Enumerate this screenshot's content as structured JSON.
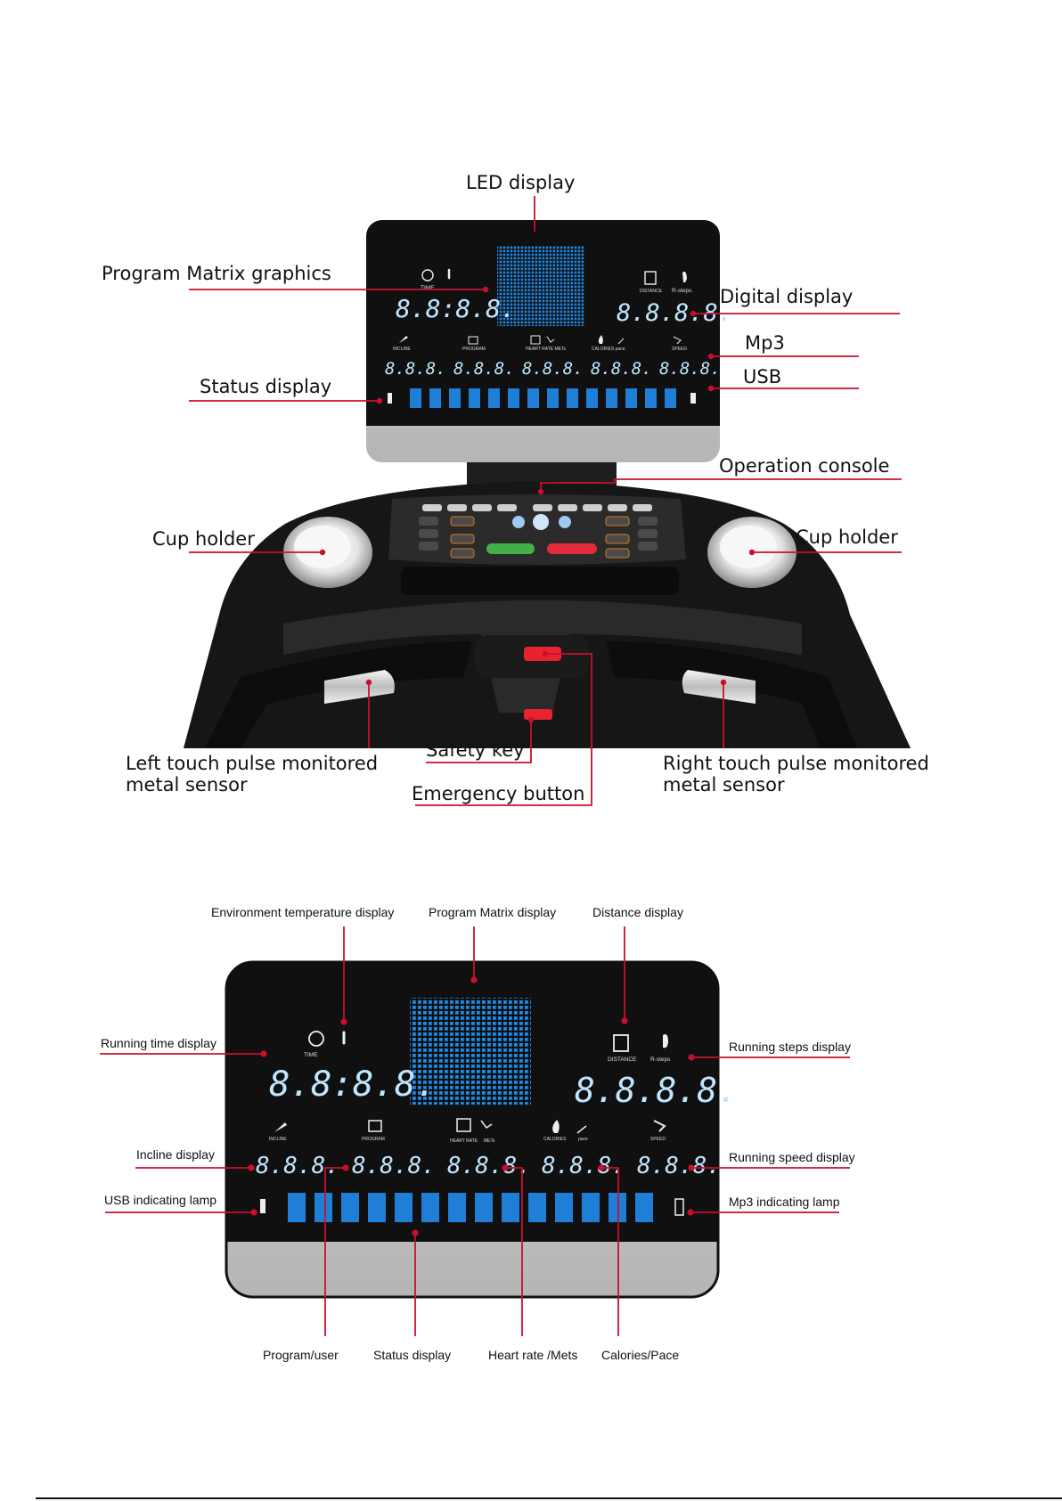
{
  "diagram1": {
    "labels": {
      "led_display": "LED display",
      "program_matrix_graphics": "Program Matrix graphics",
      "digital_display": "Digital display",
      "mp3": "Mp3",
      "usb": "USB",
      "status_display": "Status display",
      "operation_console": "Operation console",
      "cup_holder_left": "Cup holder",
      "cup_holder_right": "Cup holder",
      "left_sensor_line1": "Left touch pulse monitored",
      "left_sensor_line2": "metal sensor",
      "safety_key": "Safety key",
      "emergency_button": "Emergency button",
      "right_sensor_line1": "Right touch pulse monitored",
      "right_sensor_line2": "metal sensor"
    },
    "screen": {
      "time_label": "TIME",
      "time_value": "8.8:8.8.",
      "distance_label": "DISTANCE",
      "steps_label": "R-steps",
      "distance_value": "8.8.8.8.",
      "small_values": [
        "8.8.8.",
        "8.8.8.",
        "8.8.8.",
        "8.8.8.",
        "8.8.8."
      ],
      "icon_labels": [
        "INCLINE",
        "PROGRAM",
        "HEART RATE   METs",
        "CALORIES  pace",
        "SPEED"
      ]
    }
  },
  "diagram2": {
    "labels": {
      "env_temp": "Environment temperature display",
      "program_matrix": "Program Matrix display",
      "distance": "Distance display",
      "running_time": "Running time display",
      "running_steps": "Running steps display",
      "incline": "Incline display",
      "running_speed": "Running speed display",
      "usb_lamp": "USB indicating lamp",
      "mp3_lamp": "Mp3 indicating lamp",
      "program_user": "Program/user",
      "status_display": "Status display",
      "heart_rate": "Heart rate /Mets",
      "calories_pace": "Calories/Pace"
    },
    "screen": {
      "time_label": "TIME",
      "time_value": "8.8:8.8.",
      "distance_label": "DISTANCE",
      "steps_label": "R-steps",
      "distance_value": "8.8.8.8.",
      "small_values": [
        "8.8.8.",
        "8.8.8.",
        "8.8.8.",
        "8.8.8.",
        "8.8.8."
      ],
      "icon_labels": [
        "INCLINE",
        "PROGRAM",
        "HEART RATE",
        "METs",
        "CALORIES",
        "pace",
        "SPEED"
      ]
    }
  },
  "colors": {
    "leader": "#c8102e",
    "screen_bg": "#101010",
    "matrix": "#1e88e5",
    "segment": "#bfe6ff",
    "bezel": "#c9c9c9"
  }
}
